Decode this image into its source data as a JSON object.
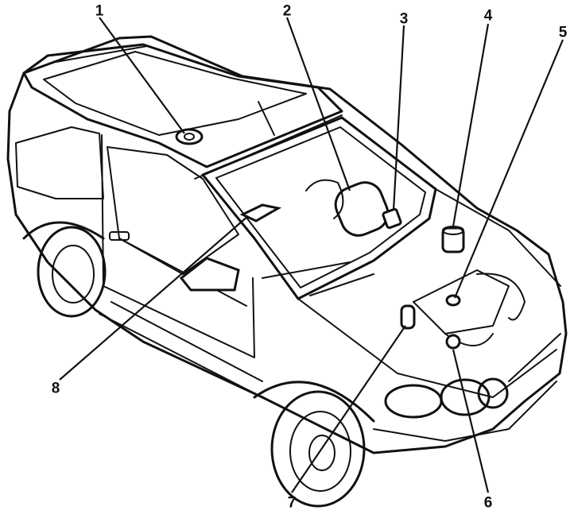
{
  "callouts": [
    {
      "number": "1"
    },
    {
      "number": "2"
    },
    {
      "number": "3"
    },
    {
      "number": "4"
    },
    {
      "number": "5"
    },
    {
      "number": "6"
    },
    {
      "number": "7"
    },
    {
      "number": "8"
    }
  ]
}
